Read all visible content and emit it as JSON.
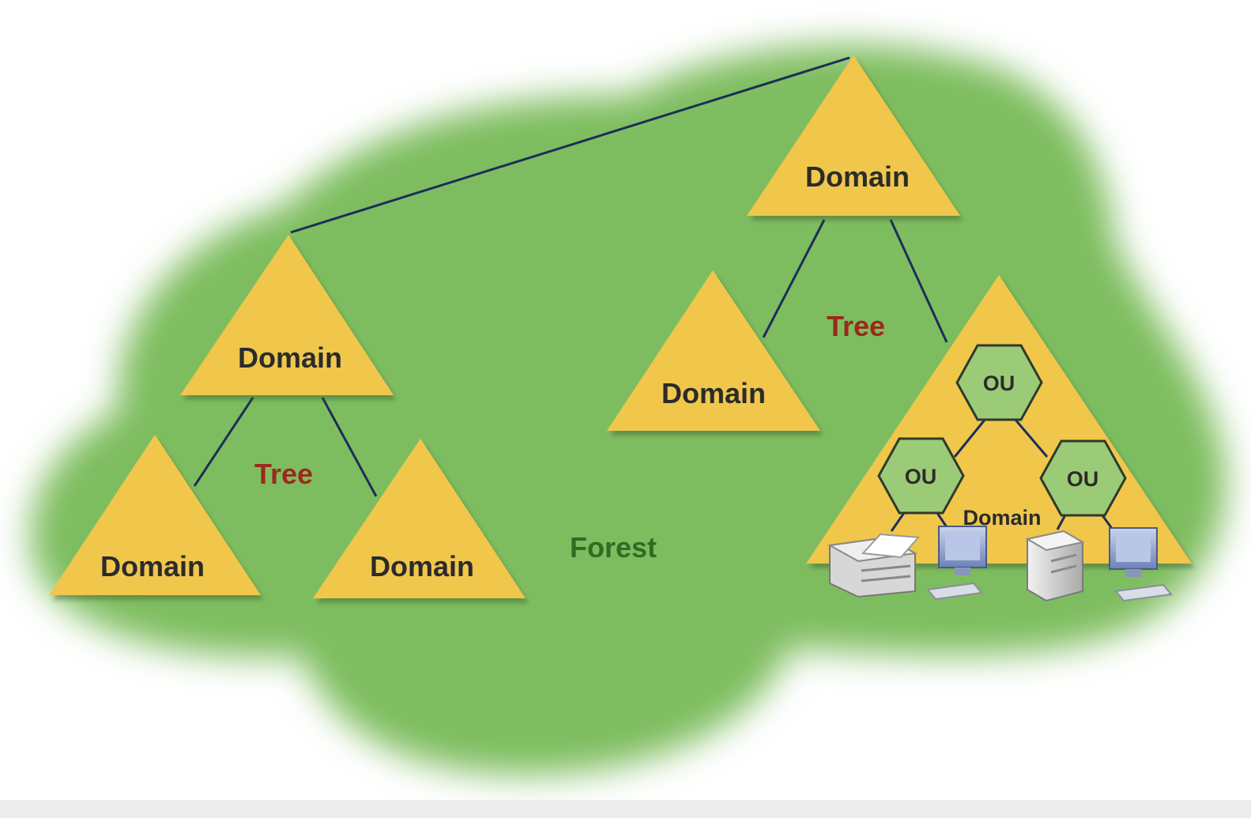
{
  "diagram": {
    "forest_label": "Forest",
    "tree_labels": [
      "Tree",
      "Tree"
    ],
    "domain_label": "Domain",
    "ou_label": "OU",
    "colors": {
      "forest_fill": "#7ebd5e",
      "domain_fill": "#f0c74c",
      "ou_fill": "#9ccb78",
      "connector": "#1e2d5a",
      "tree_text": "#9a2a1c",
      "forest_text": "#2e6d22"
    },
    "icons": [
      "printer-icon",
      "computer-icon",
      "server-icon",
      "computer-icon"
    ]
  },
  "labels": {
    "root_domain": "Domain",
    "left_tree_root": "Domain",
    "left_tree_child_1": "Domain",
    "left_tree_child_2": "Domain",
    "right_tree_child_1": "Domain",
    "right_tree_child_2": "Domain",
    "left_tree": "Tree",
    "right_tree": "Tree",
    "forest": "Forest",
    "ou_top": "OU",
    "ou_left": "OU",
    "ou_right": "OU"
  }
}
